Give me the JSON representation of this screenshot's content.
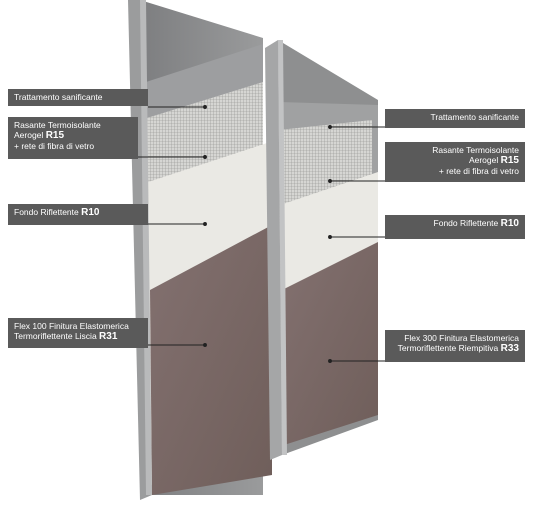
{
  "left_panel": {
    "labels": [
      {
        "text": "Trattamento sanificante",
        "code": ""
      },
      {
        "text": "Rasante Termoisolante",
        "text2": "Aerogel",
        "code": "R15",
        "text3": "+ rete di fibra di vetro"
      },
      {
        "text": "Fondo Riflettente",
        "code": "R10"
      },
      {
        "text": "Flex 100 Finitura Elastomerica",
        "text2": "Termoriflettente Liscia",
        "code": "R31"
      }
    ]
  },
  "right_panel": {
    "labels": [
      {
        "text": "Trattamento sanificante",
        "code": ""
      },
      {
        "text": "Rasante Termoisolante",
        "text2": "Aerogel",
        "code": "R15",
        "text3": "+ rete di fibra di vetro"
      },
      {
        "text": "Fondo Riflettente",
        "code": "R10"
      },
      {
        "text": "Flex 300 Finitura Elastomerica",
        "text2": "Termoriflettente Riempitiva",
        "code": "R33"
      }
    ]
  },
  "colors": {
    "concrete": "#8a8b8c",
    "concrete_dark": "#6d6e70",
    "sanitizer": "#9a9b9c",
    "mesh": "#c9c9c7",
    "primer": "#ecebe6",
    "finish": "#7b6964",
    "label_bg": "#5a5a5a"
  }
}
